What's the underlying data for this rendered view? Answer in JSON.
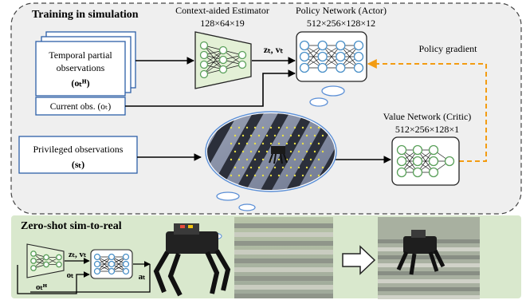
{
  "training": {
    "title": "Training in simulation",
    "temporal_obs": {
      "line1": "Temporal partial",
      "line2": "observations",
      "symbol": "(oₜᴴ)"
    },
    "current_obs": {
      "text": "Current obs. (oₜ)"
    },
    "privileged_obs": {
      "line1": "Privileged observations",
      "symbol": "(sₜ)"
    },
    "estimator": {
      "title": "Context-aided Estimator",
      "dims": "128×64×19"
    },
    "policy": {
      "title": "Policy Network (Actor)",
      "dims": "512×256×128×12"
    },
    "value": {
      "title": "Value Network (Critic)",
      "dims": "512×256×128×1"
    },
    "estimator_outputs": "zₜ, vₜ",
    "policy_gradient": "Policy gradient"
  },
  "real": {
    "title": "Zero-shot sim-to-real",
    "estimator_outputs": "zₜ, vₜ",
    "obs_history": "oₜᴴ",
    "obs_current": "oₜ",
    "action": "aₜ"
  },
  "colors": {
    "panel_top": "#efefef",
    "panel_bottom": "#d9e8cd",
    "estimator_fill": "#e3f0d6",
    "node_blue": "#4a90c8",
    "node_green": "#5aa05a",
    "box_border": "#2d5fa8",
    "gradient_arrow": "#f39c12"
  },
  "icons": [
    "robot-quadruped-image",
    "stairs-photo",
    "robot-on-stairs-photo",
    "thought-cloud-sim",
    "hollow-right-arrow-icon"
  ]
}
